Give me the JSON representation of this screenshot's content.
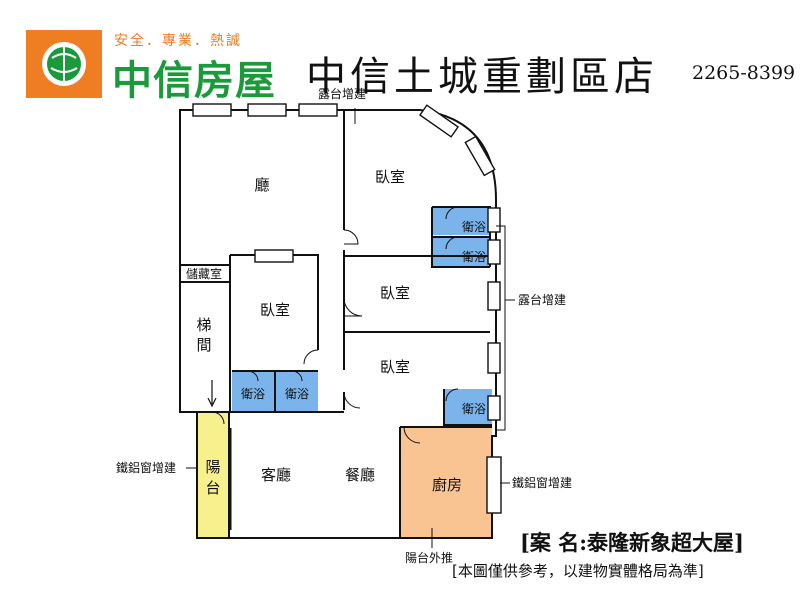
{
  "header": {
    "slogan": "安全．專業．熱誠",
    "brand": "中信房屋",
    "store": "中信土城重劃區店",
    "phone": "2265-8399"
  },
  "colors": {
    "brand_orange": "#ef7d22",
    "brand_green": "#1a9a3a",
    "bathroom_blue": "#7ab4ea",
    "kitchen_orange": "#f9c491",
    "balcony_yellow": "#f7f08c"
  },
  "rooms": {
    "living_hall": "廳",
    "bedroom_top": "臥室",
    "bath_1": "衛浴",
    "bath_2": "衛浴",
    "storage": "儲藏室",
    "stair_1": "梯",
    "stair_2": "間",
    "bedroom_left": "臥室",
    "bedroom_mid": "臥室",
    "bedroom_lower": "臥室",
    "bath_3": "衛浴",
    "bath_4": "衛浴",
    "bath_5": "衛浴",
    "balcony_1": "陽",
    "balcony_2": "台",
    "guest_hall": "客廳",
    "dining": "餐廳",
    "kitchen": "廚房"
  },
  "annotations": {
    "top_terrace": "露台增建",
    "right_terrace": "露台增建",
    "left_window": "鐵鋁窗增建",
    "right_window": "鐵鋁窗增建",
    "balcony_out": "陽台外推"
  },
  "footer": {
    "case_name": "[案 名:泰隆新象超大屋]",
    "disclaimer": "[本圖僅供參考，以建物實體格局為準]"
  }
}
